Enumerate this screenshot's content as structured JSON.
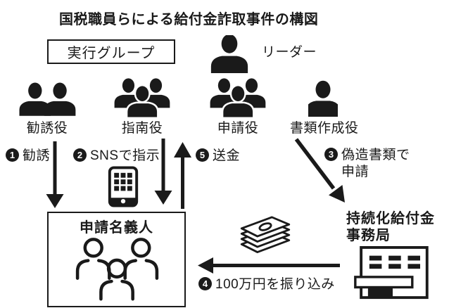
{
  "title": "国税職員らによる給付金詐取事件の構図",
  "exec_group": {
    "label": "実行グループ"
  },
  "leader": {
    "label": "リーダー"
  },
  "roles": [
    {
      "label": "勧誘役",
      "members": 2
    },
    {
      "label": "指南役",
      "members": 3
    },
    {
      "label": "申請役",
      "members": 3
    },
    {
      "label": "書類作成役",
      "members": 1
    }
  ],
  "steps": {
    "s1": {
      "num": "1",
      "label": "勧誘"
    },
    "s2": {
      "num": "2",
      "label": "SNSで指示"
    },
    "s3": {
      "num": "3",
      "label_line1": "偽造書類で",
      "label_line2": "申請"
    },
    "s4": {
      "num": "4",
      "label": "100万円を振り込み"
    },
    "s5": {
      "num": "5",
      "label": "送金"
    }
  },
  "applicant_box": {
    "label": "申請名義人"
  },
  "office": {
    "name_line1": "持続化給付金",
    "name_line2": "事務局"
  },
  "icons": {
    "leader": "person-silhouette-icon",
    "recruiter_group": "two-person-group-icon",
    "instructor_group": "three-person-group-icon",
    "applicant_group": "three-person-group-icon",
    "document_maker": "person-silhouette-icon",
    "sns": "smartphone-icon",
    "payment": "banknote-stack-icon",
    "office_building": "office-building-icon",
    "nominees": "three-person-outline-icon"
  },
  "colors": {
    "ink": "#1a1a1a",
    "background": "#ffffff"
  }
}
